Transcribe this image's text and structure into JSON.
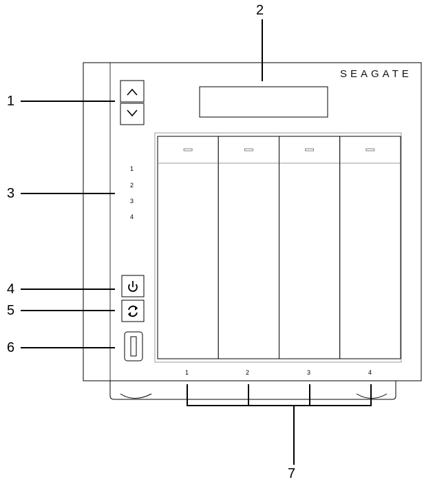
{
  "brand": "SEAGATE",
  "callouts": {
    "c1": "1",
    "c2": "2",
    "c3": "3",
    "c4": "4",
    "c5": "5",
    "c6": "6",
    "c7": "7"
  },
  "drive_status_indicators": [
    "1",
    "2",
    "3",
    "4"
  ],
  "bay_labels": [
    "1",
    "2",
    "3",
    "4"
  ],
  "icons": {
    "up_button": "chevron-up-icon",
    "down_button": "chevron-down-icon",
    "power_button": "power-icon",
    "copy_button": "sync-icon",
    "usb_port": "usb-port-icon"
  }
}
